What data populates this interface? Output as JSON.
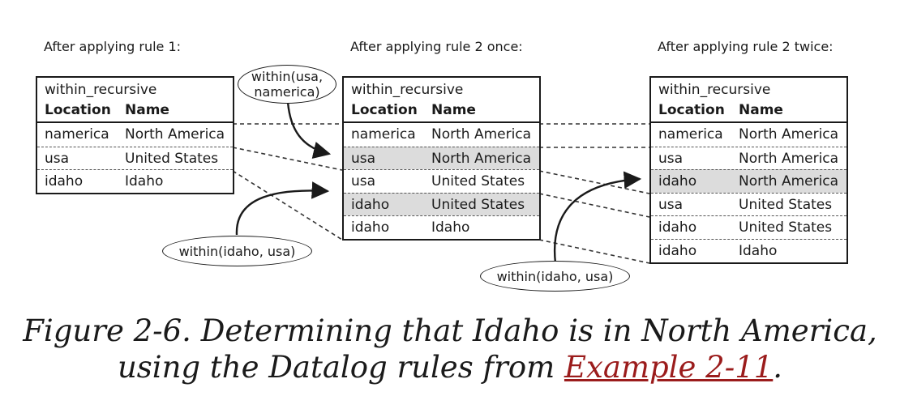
{
  "steps": [
    {
      "title": "After applying rule 1:",
      "table": {
        "name": "within_recursive",
        "columns": [
          "Location",
          "Name"
        ],
        "rows": [
          {
            "location": "namerica",
            "name": "North America",
            "highlight": false
          },
          {
            "location": "usa",
            "name": "United States",
            "highlight": false
          },
          {
            "location": "idaho",
            "name": "Idaho",
            "highlight": false
          }
        ]
      }
    },
    {
      "title": "After applying rule 2 once:",
      "table": {
        "name": "within_recursive",
        "columns": [
          "Location",
          "Name"
        ],
        "rows": [
          {
            "location": "namerica",
            "name": "North America",
            "highlight": false
          },
          {
            "location": "usa",
            "name": "North America",
            "highlight": true
          },
          {
            "location": "usa",
            "name": "United States",
            "highlight": false
          },
          {
            "location": "idaho",
            "name": "United States",
            "highlight": true
          },
          {
            "location": "idaho",
            "name": "Idaho",
            "highlight": false
          }
        ]
      }
    },
    {
      "title": "After applying rule 2 twice:",
      "table": {
        "name": "within_recursive",
        "columns": [
          "Location",
          "Name"
        ],
        "rows": [
          {
            "location": "namerica",
            "name": "North America",
            "highlight": false
          },
          {
            "location": "usa",
            "name": "North America",
            "highlight": false
          },
          {
            "location": "idaho",
            "name": "North America",
            "highlight": true
          },
          {
            "location": "usa",
            "name": "United States",
            "highlight": false
          },
          {
            "location": "idaho",
            "name": "United States",
            "highlight": false
          },
          {
            "location": "idaho",
            "name": "Idaho",
            "highlight": false
          }
        ]
      }
    }
  ],
  "callouts": {
    "usa_namerica": "within(usa, namerica)",
    "idaho_usa_first": "within(idaho, usa)",
    "idaho_usa_second": "within(idaho, usa)"
  },
  "caption": {
    "prefix": "Figure 2-6. Determining that Idaho is in North America,",
    "line2_prefix": "using the Datalog rules from ",
    "link": "Example 2-11",
    "suffix": "."
  },
  "colors": {
    "highlight_row": "#dcdcdc",
    "link": "#9b1c1c",
    "ink": "#1a1a1a"
  }
}
